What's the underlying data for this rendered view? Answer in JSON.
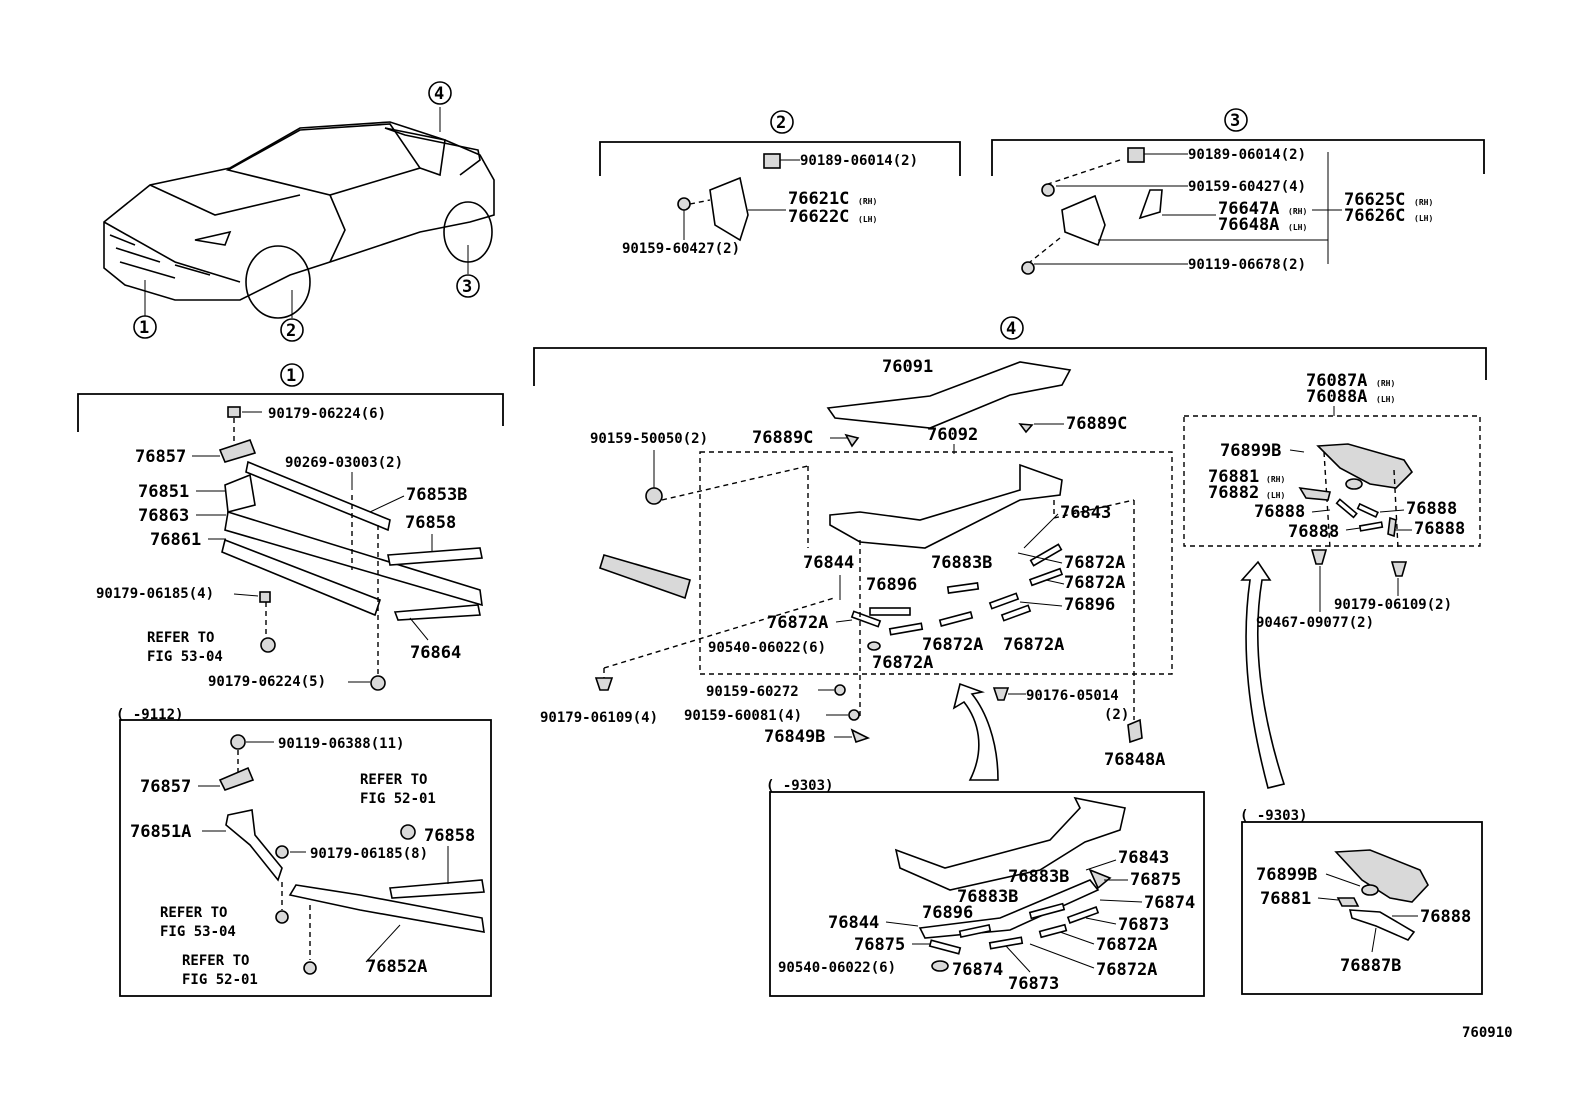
{
  "figure_code": "760910",
  "callouts": {
    "c1": "1",
    "c2": "2",
    "c3": "3",
    "c4": "4"
  },
  "section1": {
    "p90179_06224_6": "90179-06224(6)",
    "p76857": "76857",
    "p90269_03003_2": "90269-03003(2)",
    "p76851": "76851",
    "p76853B": "76853B",
    "p76863": "76863",
    "p76858": "76858",
    "p76861": "76861",
    "p90179_06185_4": "90179-06185(4)",
    "refer_a1": "REFER TO",
    "refer_a2": "FIG 53-04",
    "p76864": "76864",
    "p90179_06224_5": "90179-06224(5)"
  },
  "section1_variant": {
    "range": "(       -9112)",
    "p90119_06388_11": "90119-06388(11)",
    "refer_b1": "REFER TO",
    "refer_b2": "FIG 52-01",
    "p76857": "76857",
    "p76851A": "76851A",
    "p76858": "76858",
    "p90179_06185_8": "90179-06185(8)",
    "refer_c1": "REFER TO",
    "refer_c2": "FIG 53-04",
    "refer_d1": "REFER TO",
    "refer_d2": "FIG 52-01",
    "p76852A": "76852A"
  },
  "section2": {
    "p90189_06014_2": "90189-06014(2)",
    "p76621C": "76621C",
    "rh": "(RH)",
    "p76622C": "76622C",
    "lh": "(LH)",
    "p90159_60427_2": "90159-60427(2)"
  },
  "section3": {
    "p90189_06014_2": "90189-06014(2)",
    "p90159_60427_4": "90159-60427(4)",
    "p76625C": "76625C",
    "rh1": "(RH)",
    "p76626C": "76626C",
    "lh1": "(LH)",
    "p76647A": "76647A",
    "rh2": "(RH)",
    "p76648A": "76648A",
    "lh2": "(LH)",
    "p90119_06678_2": "90119-06678(2)"
  },
  "section4": {
    "p76091": "76091",
    "p76087A": "76087A",
    "rh1": "(RH)",
    "p76088A": "76088A",
    "lh1": "(LH)",
    "p90159_50050_2": "90159-50050(2)",
    "p76889C_l": "76889C",
    "p76092": "76092",
    "p76889C_r": "76889C",
    "p76899B": "76899B",
    "p76881": "76881",
    "rh2": "(RH)",
    "p76882": "76882",
    "lh2": "(LH)",
    "p76888_a": "76888",
    "p76888_b": "76888",
    "p76888_c": "76888",
    "p76888_d": "76888",
    "p76843": "76843",
    "p76844": "76844",
    "p76883B": "76883B",
    "p76872A_1": "76872A",
    "p76872A_2": "76872A",
    "p76896_l": "76896",
    "p76896_r": "76896",
    "p76872A_3": "76872A",
    "p90540_06022_6": "90540-06022(6)",
    "p76872A_4": "76872A",
    "p76872A_5": "76872A",
    "p76872A_6": "76872A",
    "p90159_60272": "90159-60272",
    "p90179_06109_4": "90179-06109(4)",
    "p90159_60081_4": "90159-60081(4)",
    "p90176_05014": "90176-05014",
    "qty2": "(2)",
    "p76849B": "76849B",
    "p76848A": "76848A",
    "p90467_09077_2": "90467-09077(2)",
    "p90179_06109_2": "90179-06109(2)"
  },
  "section4_variant": {
    "range": "(       -9303)",
    "p76843": "76843",
    "p76883B_1": "76883B",
    "p76875_1": "76875",
    "p76883B_2": "76883B",
    "p76874_1": "76874",
    "p76896": "76896",
    "p76844": "76844",
    "p76873_1": "76873",
    "p76875_2": "76875",
    "p76872A_1": "76872A",
    "p90540_06022_6": "90540-06022(6)",
    "p76874_2": "76874",
    "p76872A_2": "76872A",
    "p76873_2": "76873"
  },
  "section4_endplate_variant": {
    "range": "(       -9303)",
    "p76899B": "76899B",
    "p76881": "76881",
    "p76888": "76888",
    "p76887B": "76887B"
  }
}
